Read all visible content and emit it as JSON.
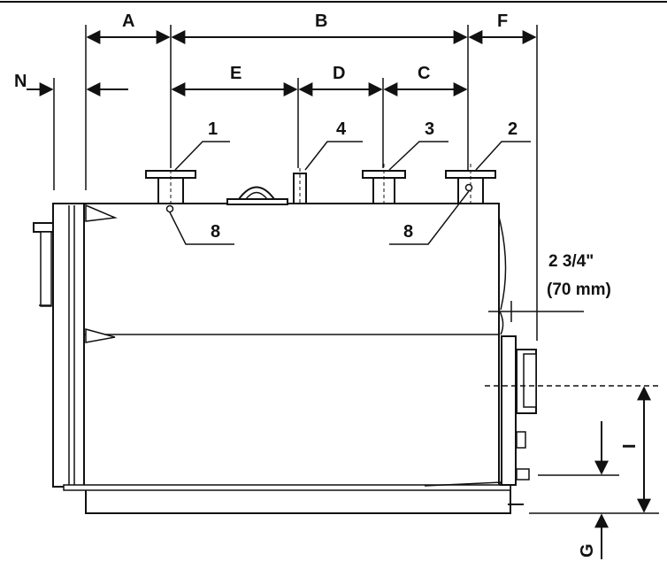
{
  "dimension_labels": {
    "A": "A",
    "B": "B",
    "C": "C",
    "D": "D",
    "E": "E",
    "F": "F",
    "G": "G",
    "I": "I",
    "N": "N"
  },
  "connection_labels": {
    "c1": "1",
    "c2": "2",
    "c3": "3",
    "c4": "4",
    "c8_left": "8",
    "c8_right": "8"
  },
  "clearance_note": {
    "imperial": "2 3/4\"",
    "metric": "(70 mm)"
  },
  "colors": {
    "line": "#111111",
    "body_fill": "#ffffff",
    "background": "#ffffff"
  }
}
